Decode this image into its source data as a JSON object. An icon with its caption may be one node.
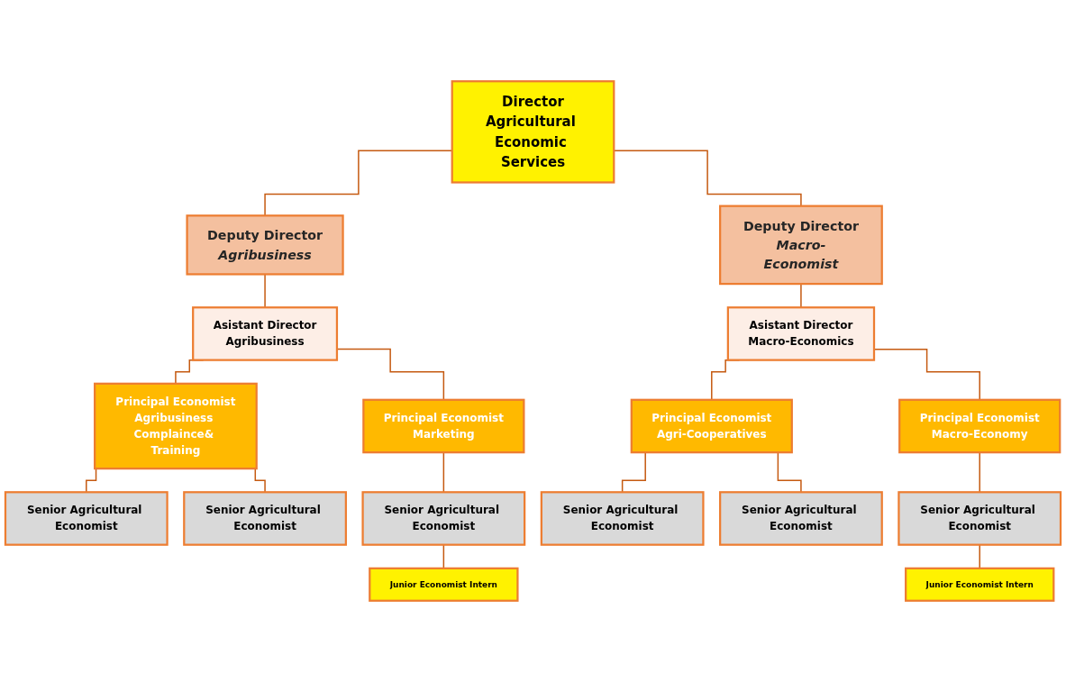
{
  "diagram": {
    "nodes": [
      {
        "text": [
          "Director",
          "Agricultural Economic Services"
        ]
      },
      {
        "text": [
          "Deputy Director",
          "Agribusiness"
        ]
      },
      {
        "text": [
          "Deputy Director",
          "Macro-Economist"
        ]
      },
      {
        "text": [
          "Asistant Director",
          "Agribusiness"
        ]
      },
      {
        "text": [
          "Asistant Director",
          "Macro-Economics"
        ]
      },
      {
        "text": [
          "Principal Economist",
          "Agribusiness Complaince& Training"
        ]
      },
      {
        "text": [
          "Principal Economist",
          "Marketing"
        ]
      },
      {
        "text": [
          "Principal Economist",
          "Agri-Cooperatives"
        ]
      },
      {
        "text": [
          "Principal Economist",
          "Macro-Economy"
        ]
      },
      {
        "text": [
          "Senior Agricultural Economist"
        ]
      },
      {
        "text": [
          "Senior Agricultural Economist"
        ]
      },
      {
        "text": [
          "Senior Agricultural Economist"
        ]
      },
      {
        "text": [
          "Senior Agricultural Economist"
        ]
      },
      {
        "text": [
          "Senior Agricultural Economist"
        ]
      },
      {
        "text": [
          "Senior Agricultural Economist"
        ]
      },
      {
        "text": [
          "Junior Economist Intern"
        ]
      },
      {
        "text": [
          "Junior Economist Intern"
        ]
      }
    ],
    "edges": [
      {
        "from": 0,
        "to": 1,
        "arrow": "none"
      },
      {
        "from": 0,
        "to": 2,
        "arrow": "none"
      },
      {
        "from": 1,
        "to": 3,
        "arrow": "none"
      },
      {
        "from": 2,
        "to": 4,
        "arrow": "none"
      },
      {
        "from": 3,
        "to": 5,
        "arrow": "none"
      },
      {
        "from": 3,
        "to": 6,
        "arrow": "none"
      },
      {
        "from": 4,
        "to": 7,
        "arrow": "none"
      },
      {
        "from": 4,
        "to": 8,
        "arrow": "none"
      },
      {
        "from": 5,
        "to": 9,
        "arrow": "none"
      },
      {
        "from": 5,
        "to": 10,
        "arrow": "none"
      },
      {
        "from": 6,
        "to": 11,
        "arrow": "none"
      },
      {
        "from": 7,
        "to": 12,
        "arrow": "none"
      },
      {
        "from": 7,
        "to": 13,
        "arrow": "none"
      },
      {
        "from": 8,
        "to": 14,
        "arrow": "none"
      },
      {
        "from": 11,
        "to": 15,
        "arrow": "none"
      },
      {
        "from": 14,
        "to": 16,
        "arrow": "none"
      }
    ]
  }
}
